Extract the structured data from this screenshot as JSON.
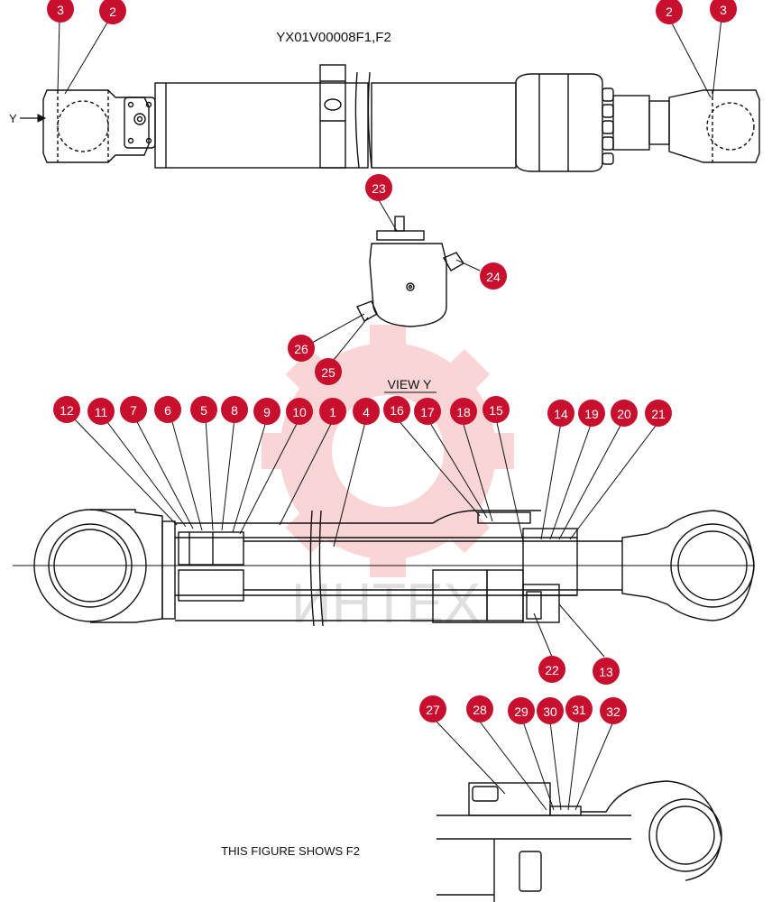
{
  "drawing": {
    "code": "YX01V00008F1,F2",
    "view_label": "VIEW  Y",
    "y_arrow_label": "Y",
    "figure_note": "THIS FIGURE SHOWS  F2",
    "watermark_text": "ИНТЕХ"
  },
  "callouts": [
    "1",
    "2",
    "3",
    "4",
    "5",
    "6",
    "7",
    "8",
    "9",
    "10",
    "11",
    "12",
    "13",
    "14",
    "15",
    "16",
    "17",
    "18",
    "19",
    "20",
    "21",
    "22",
    "23",
    "24",
    "25",
    "26",
    "27",
    "28",
    "29",
    "30",
    "31",
    "32"
  ],
  "colors": {
    "callout": "#c8102e",
    "line": "#111111",
    "watermark": "#f3b3b3"
  }
}
